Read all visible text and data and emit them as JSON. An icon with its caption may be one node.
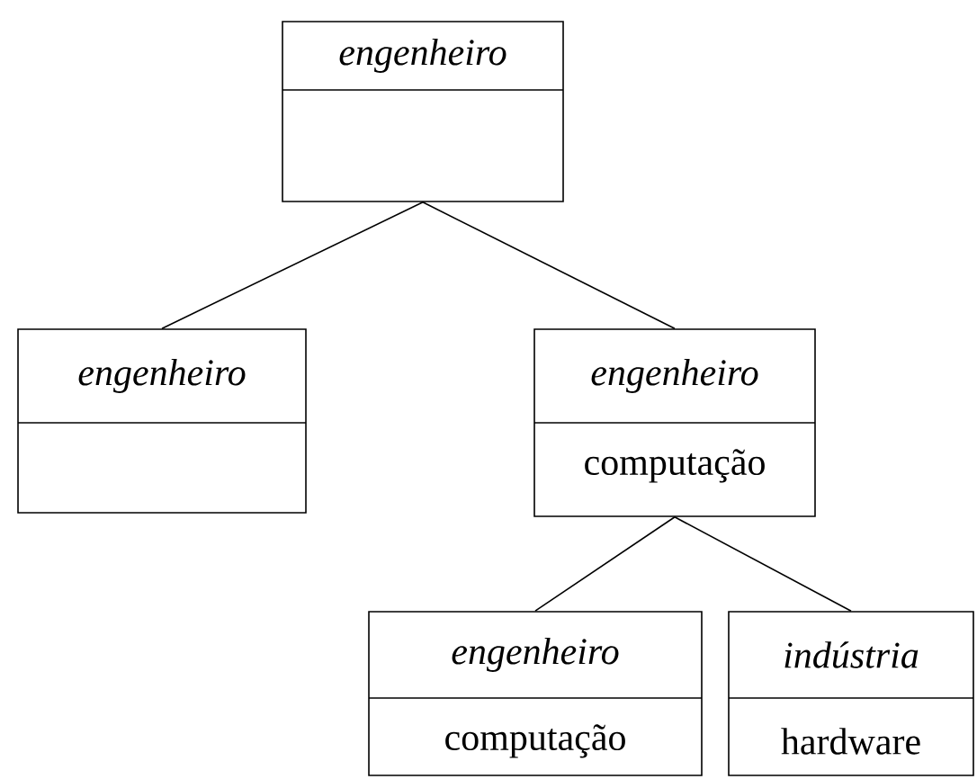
{
  "diagram": {
    "nodes": [
      {
        "text": [
          "engenheiro"
        ]
      },
      {
        "text": [
          "engenheiro"
        ]
      },
      {
        "text": [
          "engenheiro",
          "computação"
        ]
      },
      {
        "text": [
          "engenheiro",
          "computação"
        ]
      },
      {
        "text": [
          "indústria",
          "hardware"
        ]
      }
    ],
    "edges": [
      {
        "from": 0,
        "to": 1,
        "arrow": "none"
      },
      {
        "from": 0,
        "to": 2,
        "arrow": "none"
      },
      {
        "from": 2,
        "to": 3,
        "arrow": "none"
      },
      {
        "from": 2,
        "to": 4,
        "arrow": "none"
      }
    ]
  }
}
